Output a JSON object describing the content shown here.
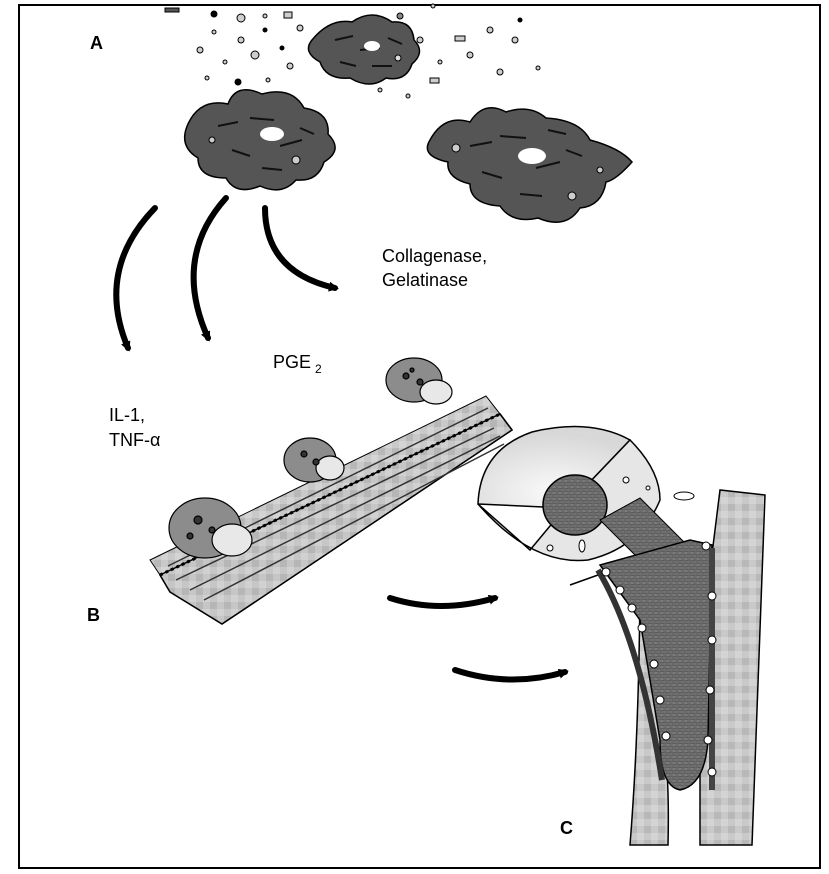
{
  "panels": {
    "a": "A",
    "b": "B",
    "c": "C"
  },
  "labels": {
    "enzymes_line1": "Collagenase,",
    "enzymes_line2": "Gelatinase",
    "pge": "PGE",
    "pge_sub": "2",
    "il1": "IL-1,",
    "tnf": "TNF-α"
  },
  "colors": {
    "macrophage": "#555555",
    "bone": "#bdbdbd",
    "stem": "#6e6e6e",
    "cup": "#eeeeee",
    "arrow": "#000000"
  }
}
